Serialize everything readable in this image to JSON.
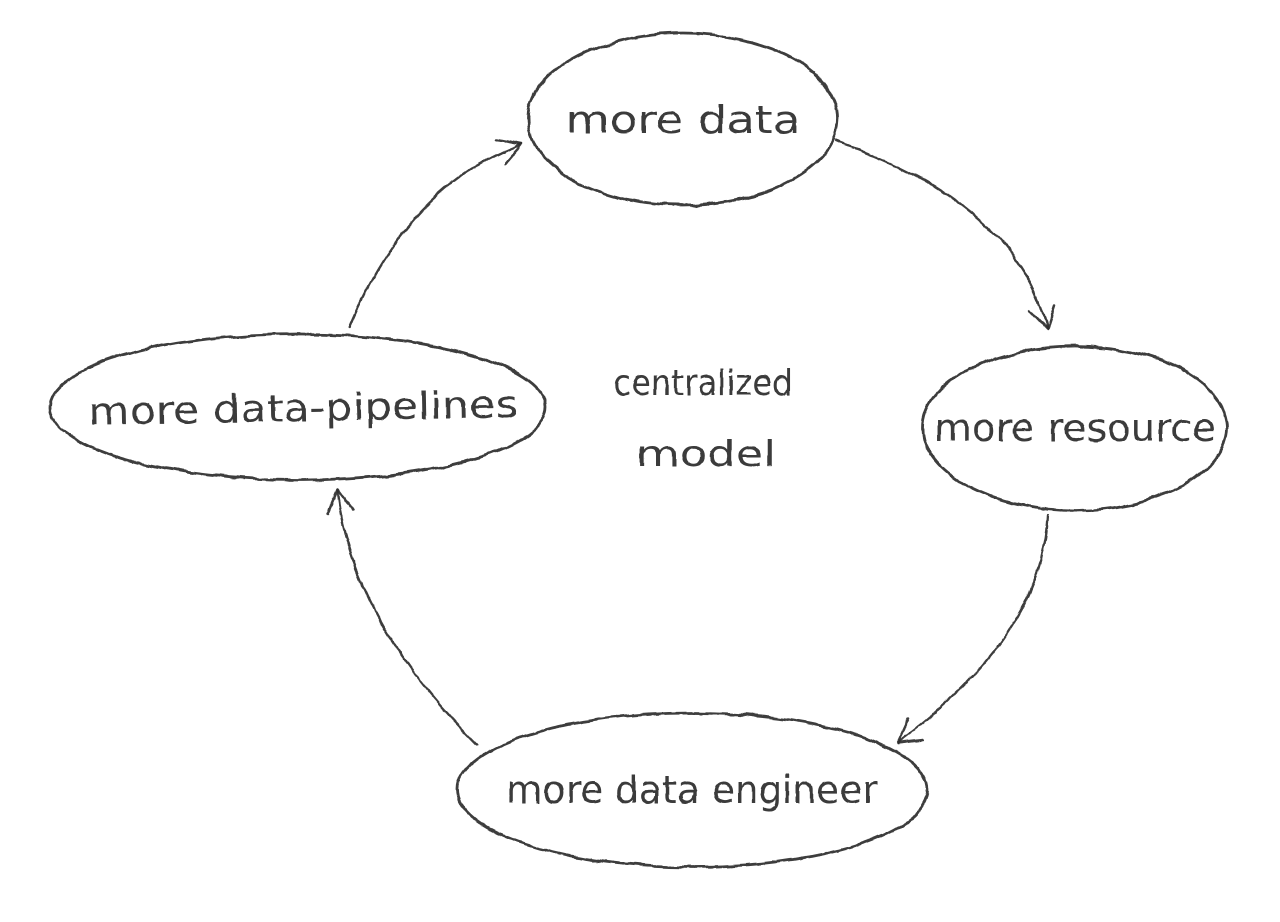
{
  "diagram": {
    "type": "cycle-flow-sketch",
    "center_label": {
      "line1": "centralized",
      "line2": "model"
    },
    "nodes": [
      {
        "id": "more-data",
        "position": "top",
        "label": "more data"
      },
      {
        "id": "more-resource",
        "position": "right",
        "label": "more resource"
      },
      {
        "id": "more-data-engineer",
        "position": "bottom",
        "label": "more data engineer"
      },
      {
        "id": "more-data-pipelines",
        "position": "left",
        "label": "more data-pipelines"
      }
    ],
    "edges": [
      {
        "from": "more-data-pipelines",
        "to": "more-data",
        "direction": "clockwise"
      },
      {
        "from": "more-data",
        "to": "more-resource",
        "direction": "clockwise"
      },
      {
        "from": "more-resource",
        "to": "more-data-engineer",
        "direction": "clockwise"
      },
      {
        "from": "more-data-engineer",
        "to": "more-data-pipelines",
        "direction": "clockwise"
      }
    ],
    "style": {
      "ink_color": "#2e2e2e",
      "text_color": "#3b3b3b",
      "background_color": "#ffffff"
    }
  }
}
